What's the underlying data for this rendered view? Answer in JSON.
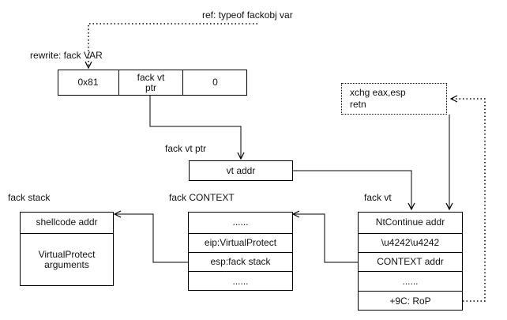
{
  "labels": {
    "ref": "ref:  typeof fackobj  var",
    "rewrite": "rewrite:  fack VAR",
    "fack_vt_ptr": "fack vt ptr",
    "fack_stack": "fack stack",
    "fack_context": "fack CONTEXT",
    "fack_vt": "fack vt"
  },
  "var_row": [
    "0x81",
    "fack vt\nptr",
    "0"
  ],
  "vt_addr": "vt addr",
  "gadget": "xchg eax,esp\nretn",
  "stack_cells": [
    "shellcode addr",
    "VirtualProtect\narguments"
  ],
  "context_cells": [
    "......",
    "eip:VirtualProtect",
    "esp:fack stack",
    "......"
  ],
  "vt_cells": [
    "NtContinue addr",
    "\\u4242\\u4242",
    "CONTEXT addr",
    "......",
    "+9C:  RoP"
  ]
}
